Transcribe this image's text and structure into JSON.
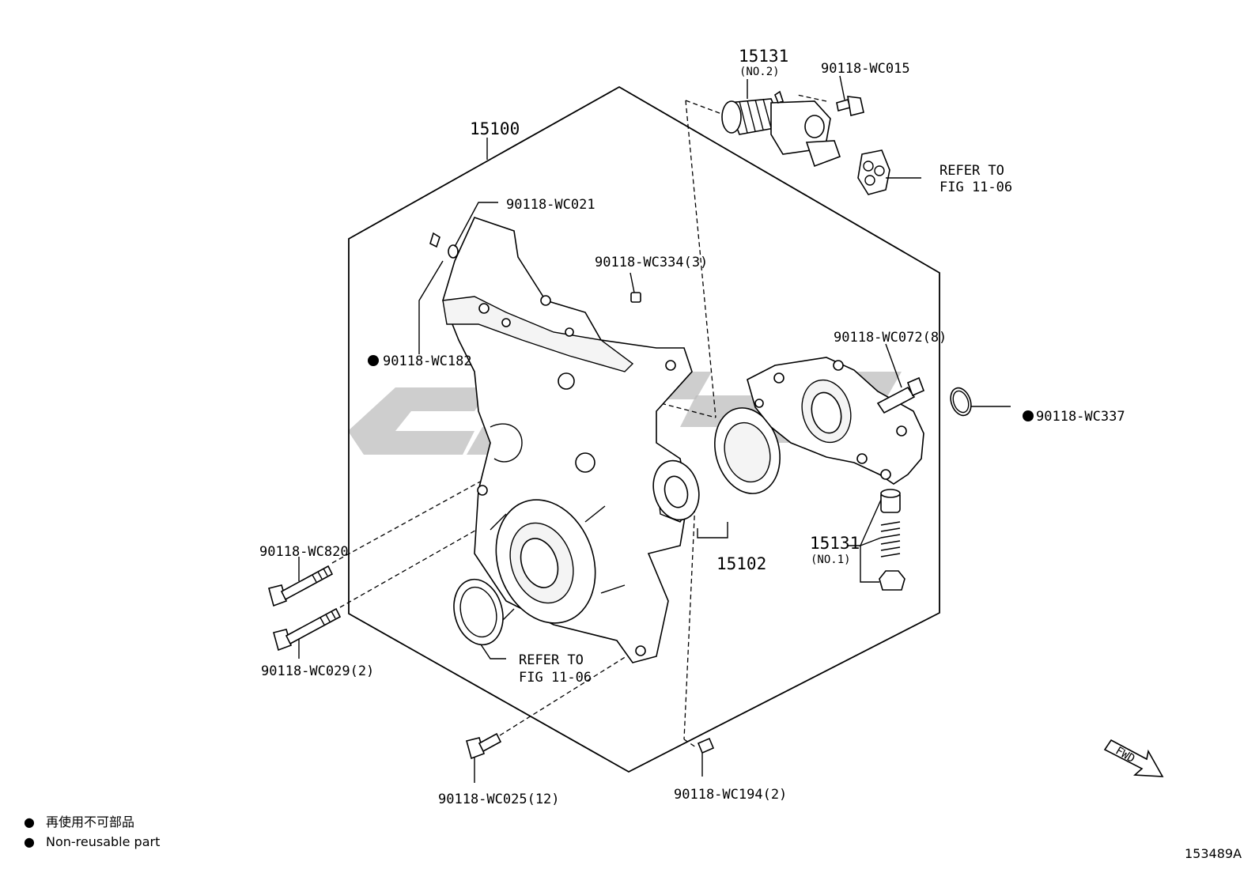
{
  "diagram": {
    "figure_number": "153489A",
    "fwd_label": "FWD",
    "legend": {
      "items": [
        {
          "symbol": "●",
          "text": "再使用不可部品"
        },
        {
          "symbol": "●",
          "text": "Non-reusable part"
        }
      ]
    },
    "parts": {
      "p15100": "15100",
      "p15102": "15102",
      "p15131_no2": {
        "number": "15131",
        "sub": "(NO.2)"
      },
      "p15131_no1": {
        "number": "15131",
        "sub": "(NO.1)"
      },
      "wc015": "90118-WC015",
      "wc021": "90118-WC021",
      "wc334": "90118-WC334(3)",
      "wc182": "90118-WC182",
      "wc072": "90118-WC072(8)",
      "wc337": "90118-WC337",
      "wc820": "90118-WC820",
      "wc029": "90118-WC029(2)",
      "wc025": "90118-WC025(12)",
      "wc194": "90118-WC194(2)"
    },
    "references": {
      "upper": {
        "line1": "REFER TO",
        "line2": "FIG 11-06"
      },
      "lower": {
        "line1": "REFER TO",
        "line2": "FIG 11-06"
      }
    }
  }
}
